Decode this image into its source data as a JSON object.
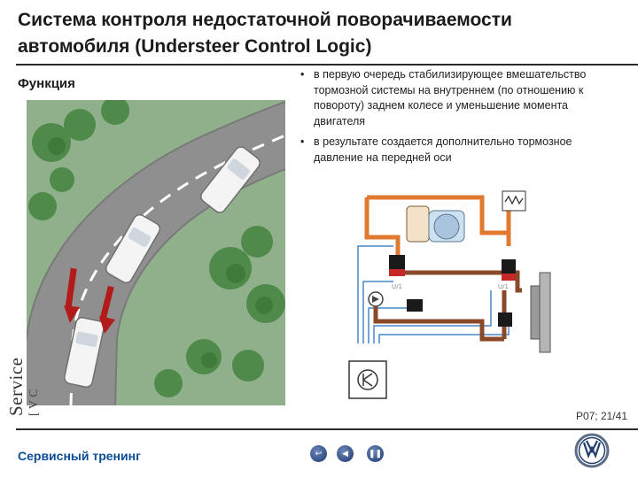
{
  "slide": {
    "title": "Система контроля недостаточной поворачиваемости автомобиля (Understeer Control Logic)",
    "section": "Функция",
    "bullets": [
      "в первую очередь стабилизирующее вмешательство тормозной системы на внутреннем (по отношению к повороту) заднем колесе и уменьшение момента двигателя",
      "в результате создается дополнительно тормозное давление на передней оси"
    ],
    "page_ref": "P07; 21/41",
    "vertical_label": "Service",
    "vertical_label_fragment": "[ V C",
    "footer": "Сервисный тренинг",
    "scheme_labels": [
      "U/1",
      "U/1"
    ]
  },
  "nav": {
    "back_icon": "back-arrow-icon",
    "prev_icon": "triangle-left-icon",
    "pause_icon": "pause-icon"
  },
  "colors": {
    "footer_text": "#0b4d94",
    "road": "#8f8f8f",
    "grass": "#8fb08a",
    "hydraulic_orange": "#e07a2e",
    "hydraulic_brown": "#8a4a2a",
    "control_line_blue": "#4a86c8",
    "arrow_red": "#b31b1b"
  },
  "logo": "vw-logo"
}
